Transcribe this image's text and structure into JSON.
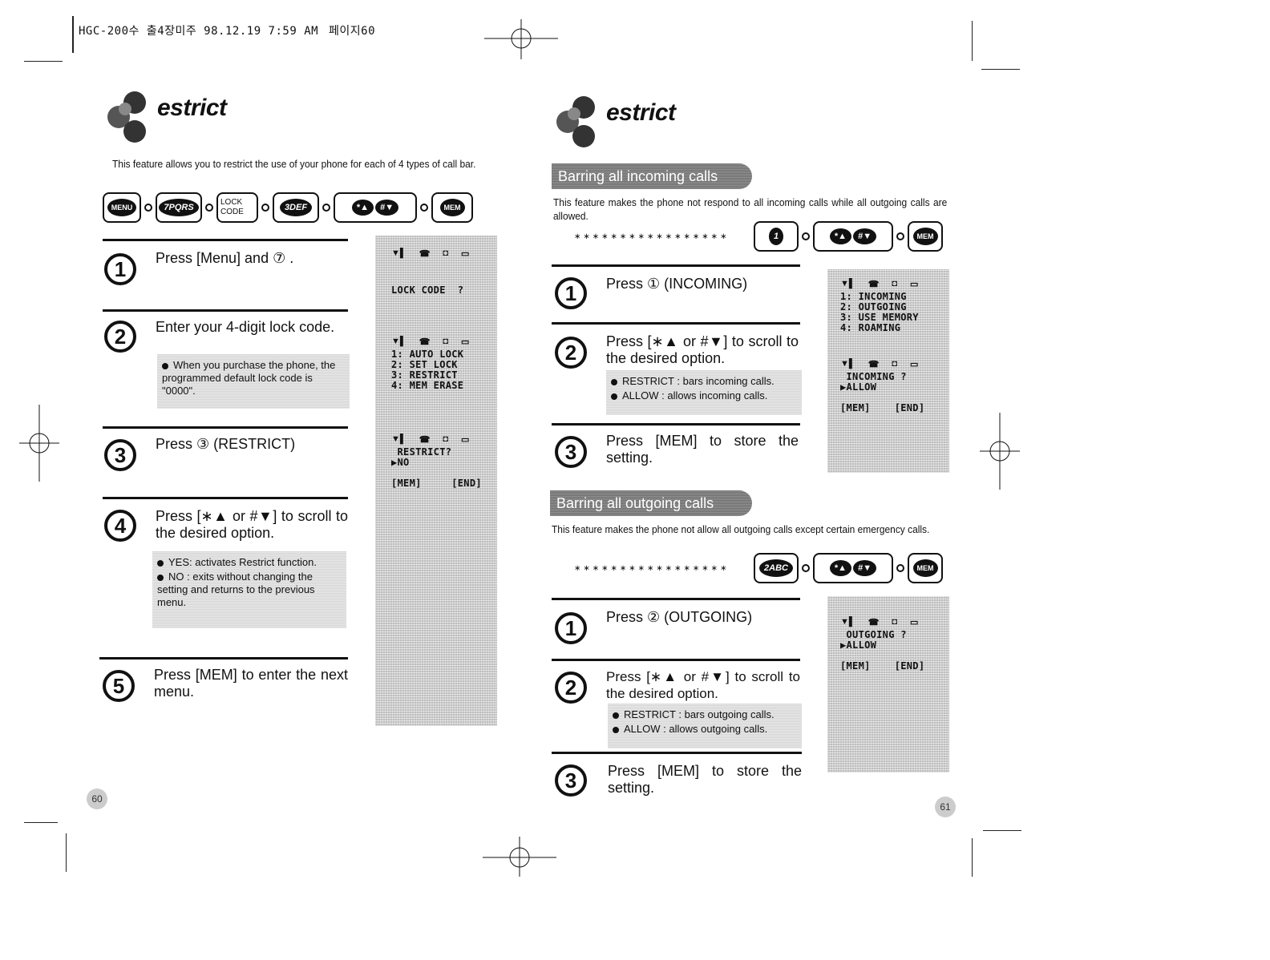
{
  "header": {
    "file_info": "HGC-200수 출4장미주 98.12.19 7:59 AM",
    "page_info": "페이지60"
  },
  "left_page": {
    "title": "estrict",
    "intro": "This feature allows you to restrict the use of your phone for each of 4 types of call bar.",
    "keys": [
      "MENU",
      "7PQRS",
      "LOCK CODE",
      "3DEF",
      "*▲",
      "#▼",
      "MEM"
    ],
    "steps": [
      {
        "num": "1",
        "text": "Press [Menu] and ⑦ ."
      },
      {
        "num": "2",
        "text": "Enter your 4-digit lock code."
      },
      {
        "num": "3",
        "text": "Press ③ (RESTRICT)"
      },
      {
        "num": "4",
        "text": "Press [∗▲ or #▼] to scroll to the desired option."
      },
      {
        "num": "5",
        "text": "Press [MEM] to enter the next menu."
      }
    ],
    "note_lockcode": "When you purchase the phone, the programmed default lock code is \"0000\".",
    "note_yes": "YES: activates Restrict function.",
    "note_no": "NO : exits without changing the setting and returns to the previous menu.",
    "screens": {
      "s1": "LOCK CODE  ?",
      "s2": "1: AUTO LOCK\n2: SET LOCK\n3: RESTRICT\n4: MEM ERASE",
      "s3": " RESTRICT?\n▶NO\n\n[MEM]     [END]"
    },
    "page_number": "60"
  },
  "right_page": {
    "title": "estrict",
    "section1": {
      "banner": "Barring all incoming calls",
      "intro": "This feature makes the phone not respond to all incoming calls while all outgoing calls are allowed.",
      "dots": "∗∗∗∗∗∗∗∗∗∗∗∗∗∗∗∗∗",
      "keys": [
        "1",
        "*▲",
        "#▼",
        "MEM"
      ],
      "steps": [
        {
          "num": "1",
          "text": "Press ① (INCOMING)"
        },
        {
          "num": "2",
          "text": "Press [∗▲ or #▼] to scroll to the desired option."
        },
        {
          "num": "3",
          "text": "Press [MEM] to store the setting."
        }
      ],
      "note_restrict": "RESTRICT : bars incoming calls.",
      "note_allow": "ALLOW : allows incoming calls.",
      "screen_menu": "1: INCOMING\n2: OUTGOING\n3: USE MEMORY\n4: ROAMING",
      "screen_option": " INCOMING ?\n▶ALLOW\n\n[MEM]    [END]"
    },
    "section2": {
      "banner": "Barring all outgoing calls",
      "intro": "This feature makes the phone not allow all outgoing calls except certain emergency calls.",
      "dots": "∗∗∗∗∗∗∗∗∗∗∗∗∗∗∗∗∗",
      "keys": [
        "2ABC",
        "*▲",
        "#▼",
        "MEM"
      ],
      "steps": [
        {
          "num": "1",
          "text": "Press ② (OUTGOING)"
        },
        {
          "num": "2",
          "text": "Press [∗▲ or #▼] to scroll to the desired option."
        },
        {
          "num": "3",
          "text": "Press [MEM] to store the setting."
        }
      ],
      "note_restrict": "RESTRICT : bars outgoing calls.",
      "note_allow": "ALLOW : allows outgoing calls.",
      "screen_option": " OUTGOING ?\n▶ALLOW\n\n[MEM]    [END]"
    },
    "page_number": "61"
  }
}
